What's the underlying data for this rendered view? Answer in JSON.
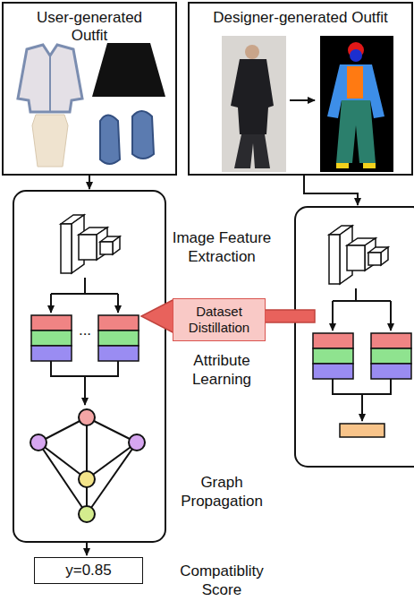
{
  "diagram": {
    "nodes": [
      {
        "text": [
          "User-generated Outfit"
        ]
      },
      {
        "text": [
          "Designer-generated Outfit"
        ]
      },
      {
        "text": [
          "Dataset Distillation"
        ]
      },
      {
        "text": [
          "y=0.85"
        ]
      }
    ],
    "labels": [
      "Image Feature Extraction",
      "...",
      "Attribute Learning",
      "Graph Propagation",
      "Compatiblity Score"
    ]
  }
}
